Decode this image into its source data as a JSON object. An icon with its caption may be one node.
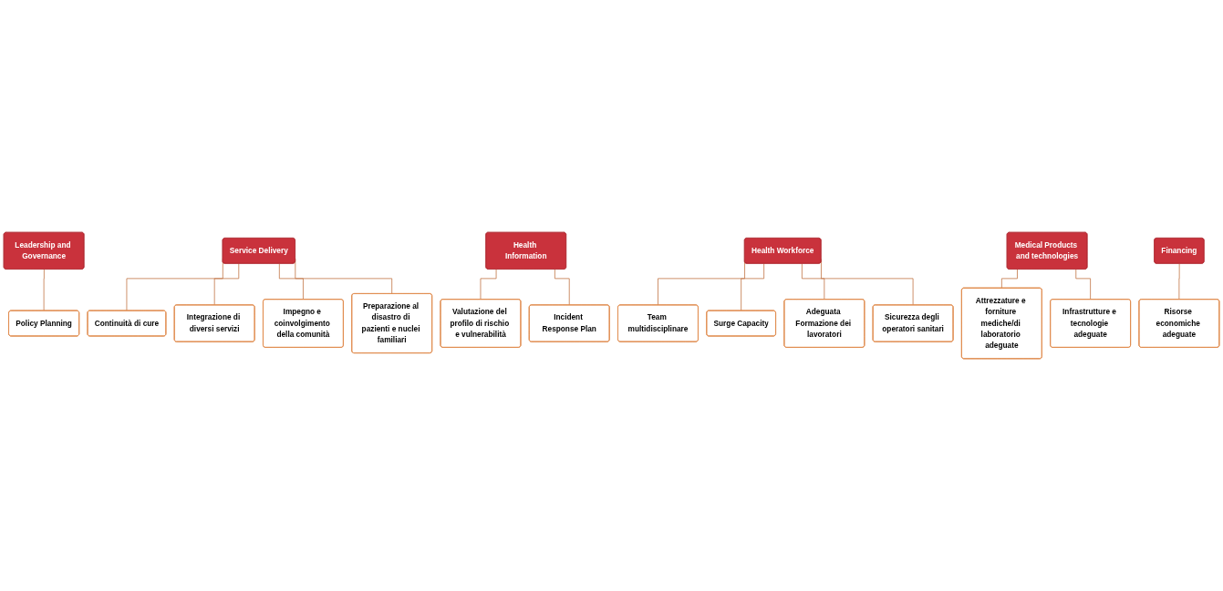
{
  "diagram": {
    "nodes": [
      {
        "text": [
          "Leadership and Governance"
        ]
      },
      {
        "text": [
          "Policy Planning"
        ]
      },
      {
        "text": [
          "Service Delivery"
        ]
      },
      {
        "text": [
          "Continuità di cure"
        ]
      },
      {
        "text": [
          "Integrazione di diversi servizi"
        ]
      },
      {
        "text": [
          "Impegno e coinvolgimento della comunità"
        ]
      },
      {
        "text": [
          "Preparazione al disastro di pazienti e nuclei familiari"
        ]
      },
      {
        "text": [
          "Health Information"
        ]
      },
      {
        "text": [
          "Valutazione del profilo di rischio e vulnerabilità"
        ]
      },
      {
        "text": [
          "Incident Response Plan"
        ]
      },
      {
        "text": [
          "Health Workforce"
        ]
      },
      {
        "text": [
          "Team multidisciplinare"
        ]
      },
      {
        "text": [
          "Surge Capacity"
        ]
      },
      {
        "text": [
          "Adeguata Formazione dei lavoratori"
        ]
      },
      {
        "text": [
          "Sicurezza degli operatori sanitari"
        ]
      },
      {
        "text": [
          "Medical Products and technologies"
        ]
      },
      {
        "text": [
          "Attrezzature e forniture mediche/di laboratorio adeguate"
        ]
      },
      {
        "text": [
          "Infrastrutture e tecnologie adeguate"
        ]
      },
      {
        "text": [
          "Financing"
        ]
      },
      {
        "text": [
          "Risorse economiche adeguate"
        ]
      }
    ],
    "edges": [
      {
        "from": 0,
        "to": 1,
        "arrow": "none"
      },
      {
        "from": 2,
        "to": 3,
        "arrow": "none"
      },
      {
        "from": 2,
        "to": 4,
        "arrow": "none"
      },
      {
        "from": 2,
        "to": 5,
        "arrow": "none"
      },
      {
        "from": 2,
        "to": 6,
        "arrow": "none"
      },
      {
        "from": 7,
        "to": 8,
        "arrow": "none"
      },
      {
        "from": 7,
        "to": 9,
        "arrow": "none"
      },
      {
        "from": 10,
        "to": 11,
        "arrow": "none"
      },
      {
        "from": 10,
        "to": 12,
        "arrow": "none"
      },
      {
        "from": 10,
        "to": 13,
        "arrow": "none"
      },
      {
        "from": 10,
        "to": 14,
        "arrow": "none"
      },
      {
        "from": 15,
        "to": 16,
        "arrow": "none"
      },
      {
        "from": 15,
        "to": 17,
        "arrow": "none"
      },
      {
        "from": 18,
        "to": 19,
        "arrow": "none"
      }
    ]
  }
}
